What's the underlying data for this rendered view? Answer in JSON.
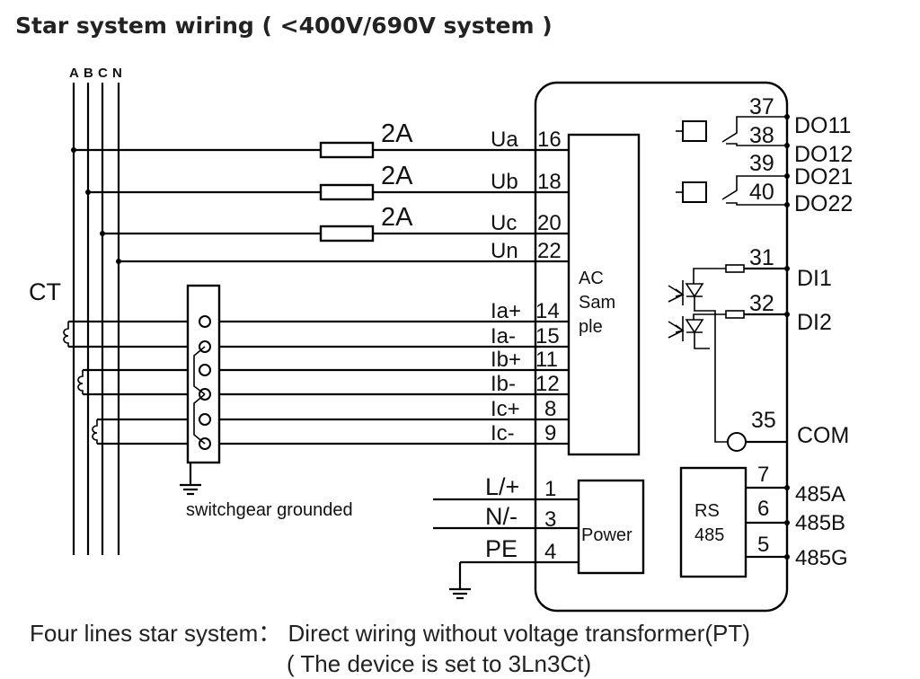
{
  "title": "Star system wiring ( <400V/690V system )",
  "bus_labels": [
    "A",
    "B",
    "C",
    "N"
  ],
  "ct_label": "CT",
  "fuse_labels": [
    "2A",
    "2A",
    "2A"
  ],
  "voltage_terminals": [
    {
      "name": "Ua",
      "num": "16"
    },
    {
      "name": "Ub",
      "num": "18"
    },
    {
      "name": "Uc",
      "num": "20"
    },
    {
      "name": "Un",
      "num": "22"
    }
  ],
  "current_terminals": [
    {
      "name": "Ia+",
      "num": "14"
    },
    {
      "name": "Ia-",
      "num": "15"
    },
    {
      "name": "Ib+",
      "num": "11"
    },
    {
      "name": "Ib-",
      "num": "12"
    },
    {
      "name": "Ic+",
      "num": "8"
    },
    {
      "name": "Ic-",
      "num": "9"
    }
  ],
  "ac_sample_lines": [
    "AC",
    "Sam",
    "ple"
  ],
  "power_terminals": [
    {
      "name": "L/+",
      "num": "1"
    },
    {
      "name": "N/-",
      "num": "3"
    },
    {
      "name": "PE",
      "num": "4"
    }
  ],
  "power_label": "Power",
  "rs485_lines": [
    "RS",
    "485"
  ],
  "rs485_terminals": [
    {
      "num": "7",
      "label": "485A"
    },
    {
      "num": "6",
      "label": "485B"
    },
    {
      "num": "5",
      "label": "485G"
    }
  ],
  "do_terminals": [
    {
      "num": "37",
      "label": "DO11"
    },
    {
      "num": "38",
      "label": "DO12"
    },
    {
      "num": "39",
      "label": "DO21"
    },
    {
      "num": "40",
      "label": "DO22"
    }
  ],
  "di_terminals": [
    {
      "num": "31",
      "label": "DI1"
    },
    {
      "num": "32",
      "label": "DI2"
    },
    {
      "num": "35",
      "label": "COM"
    }
  ],
  "switchgear_label": "switchgear grounded",
  "caption_line1": "Four lines star system： Direct wiring without voltage transformer(PT)",
  "caption_line2": "( The device is set to 3Ln3Ct)"
}
